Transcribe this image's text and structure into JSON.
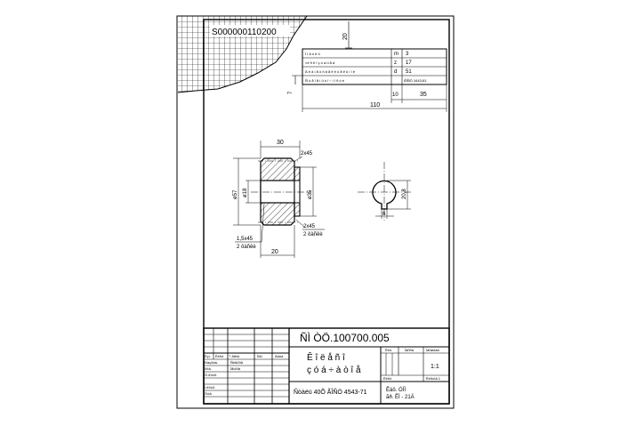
{
  "sheet": {
    "corner_code": "S000000110200",
    "dim_20": "20",
    "dim_7": "7",
    "dim_10": "10",
    "dim_35": "35",
    "dim_110": "110"
  },
  "param_table": {
    "rows": [
      {
        "name": "Ì î ä ó ë ü",
        "sym": "m",
        "val": "3"
      },
      {
        "name": "×è ñ ë î  ç ó á ü å â",
        "sym": "z",
        "val": "17"
      },
      {
        "name": "Ä è à ì å ò ð  ä å ë è ò å ë ü í î é",
        "sym": "d",
        "val": "51"
      },
      {
        "name": "Ñ ò å ï å í ü  ò î ÷ í î ñ ò è",
        "sym": "",
        "val": "ÃÎÑÒ 1643-81"
      }
    ]
  },
  "drawing": {
    "d30": "30",
    "d2x45_top": "2x45",
    "d57": "ø57",
    "d18": "ø18",
    "d35": "ø35",
    "d2x45_bot": "2x45",
    "two_faces_a": "2 ôàñêè",
    "d15x45": "1,5x45",
    "two_faces_b": "2 ôàñêè",
    "d20": "20",
    "d208": "20,8",
    "d6": "6"
  },
  "title_block": {
    "designation": "ÑÌ ÒÖ.100700.005",
    "name_line1": "Ê î ë å ñ î",
    "name_line2": "ç ó á ÷ à ò î å",
    "material": "Ñòàëü 40Õ ÃÎÑÒ 4543-71",
    "org_line1": "Êàô. ÒÌÌ",
    "org_line2": "ãð. ÊÌ - 21Ä",
    "col_lit": "Ëèò.",
    "col_mass": "Ìàññà",
    "col_scale": "Ìàñøòàá",
    "scale_val": "1:1",
    "col_sheet": "Ëèñò",
    "col_sheets": "Ëèñòîâ 1",
    "row_izm": "Èçì.",
    "row_list": "Ëèñò",
    "row_ndoc": "¹ äîêóì.",
    "row_podp": "Ïîäï.",
    "row_data": "Äàòà",
    "role_razrab": "Ðàçðàá.",
    "role_prov": "Ïðîâ.",
    "role_tkontr": "Ò.êîíòð.",
    "role_nkontr": "Í.êîíòð.",
    "role_utv": "Óòâ.",
    "person1": "Ñèäîðîâ",
    "person2": "Ïåòðîâ"
  }
}
